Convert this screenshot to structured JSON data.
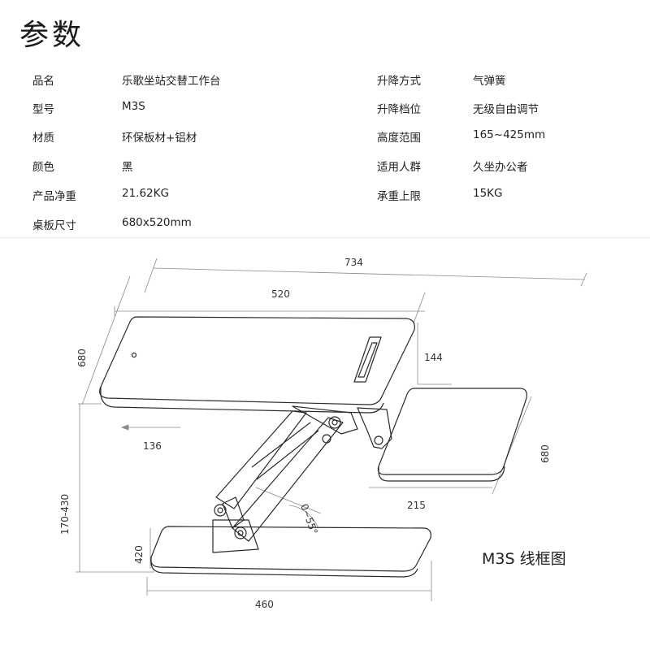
{
  "title": "参数",
  "specs": [
    {
      "label": "品名",
      "value": "乐歌坐站交替工作台"
    },
    {
      "label": "型号",
      "value": "M3S"
    },
    {
      "label": "材质",
      "value": "环保板材+铝材"
    },
    {
      "label": "颜色",
      "value": "黑"
    },
    {
      "label": "产品净重",
      "value": " 21.62KG"
    },
    {
      "label": "桌板尺寸",
      "value": "680x520mm"
    },
    {
      "label": "升降方式",
      "value": "气弹簧"
    },
    {
      "label": "升降档位",
      "value": "无级自由调节"
    },
    {
      "label": "高度范围",
      "value": "165~425mm"
    },
    {
      "label": "适用人群",
      "value": "久坐办公者"
    },
    {
      "label": "承重上限",
      "value": "15KG"
    }
  ],
  "dimensions": {
    "total_width": "734",
    "desk_width": "520",
    "desk_depth": "680",
    "keyboard_height": "144",
    "overhang": "136",
    "keyboard_depth": "680",
    "keyboard_width": "215",
    "height_range": "170-430",
    "base_depth": "420",
    "base_width": "460",
    "angle": "0~55°"
  },
  "caption": "M3S 线框图"
}
